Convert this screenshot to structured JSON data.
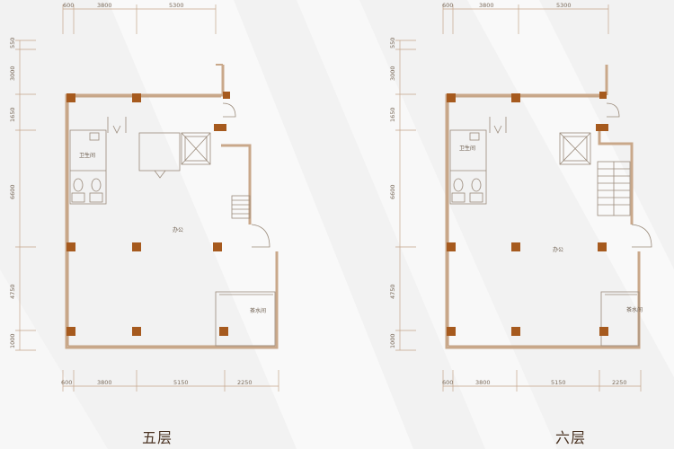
{
  "colors": {
    "wall": "#c9a88a",
    "wall_dark": "#b58a63",
    "column": "#a65a1e",
    "dim_line": "#c5a58a",
    "fixture": "#9a8a7a",
    "background": "#f2f2f2"
  },
  "plans": [
    {
      "title": "五层",
      "top_dims": [
        "600",
        "3800",
        "5300"
      ],
      "left_dims": [
        "550",
        "3000",
        "1650",
        "6600",
        "4750",
        "1000"
      ],
      "bottom_dims": [
        "600",
        "3800",
        "5150",
        "2250"
      ],
      "rooms": {
        "restroom": "卫生间",
        "office": "办公",
        "tea_room": "茶水间"
      }
    },
    {
      "title": "六层",
      "top_dims": [
        "600",
        "3800",
        "5300"
      ],
      "left_dims": [
        "550",
        "3000",
        "1650",
        "6600",
        "4750",
        "1000"
      ],
      "bottom_dims": [
        "600",
        "3800",
        "5150",
        "2250"
      ],
      "rooms": {
        "restroom": "卫生间",
        "office": "办公",
        "tea_room": "茶水间"
      }
    }
  ]
}
